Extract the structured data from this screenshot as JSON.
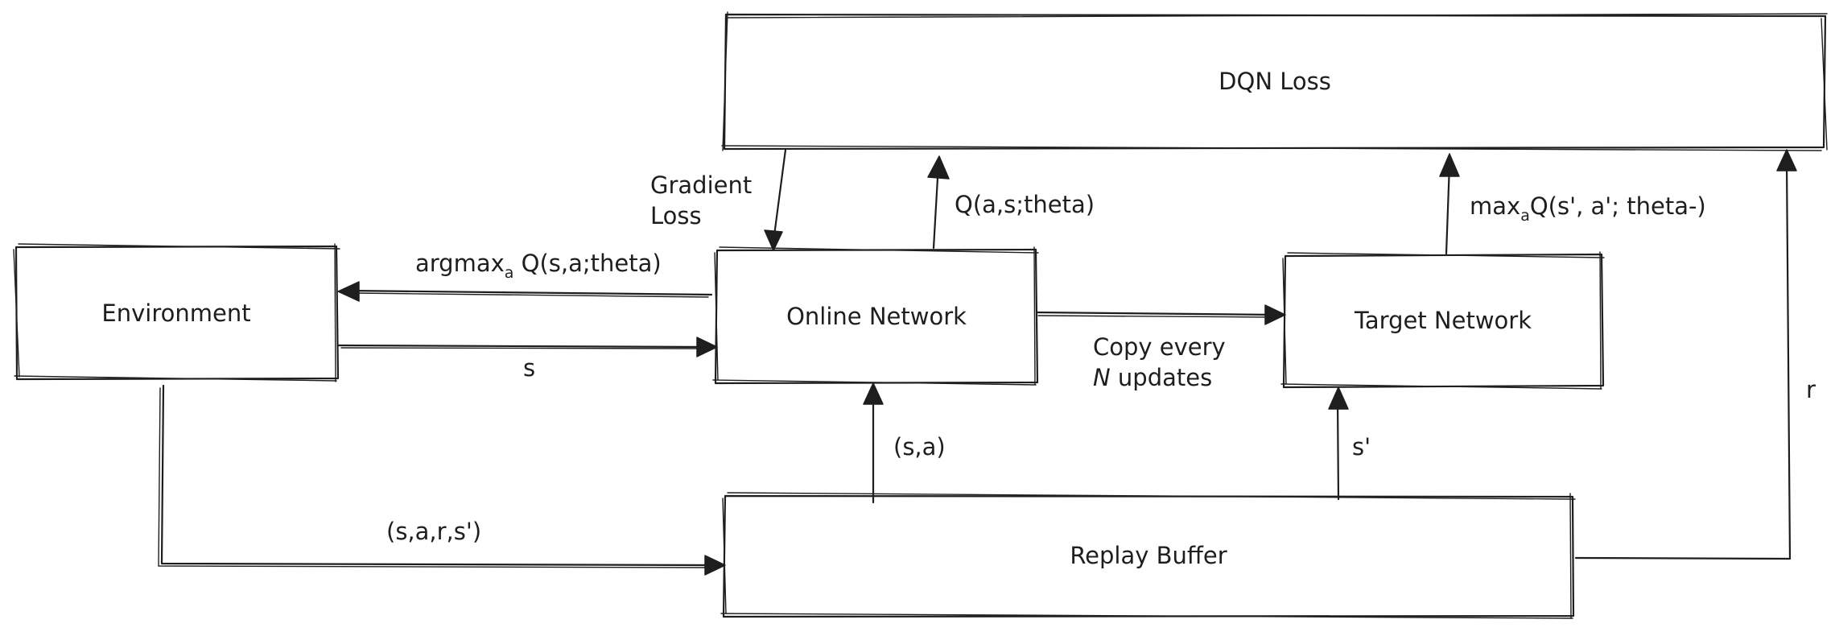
{
  "nodes": {
    "dqn_loss": "DQN Loss",
    "environment": "Environment",
    "online_network": "Online Network",
    "target_network": "Target Network",
    "replay_buffer": "Replay Buffer"
  },
  "edges": {
    "gradient_loss_line1": "Gradient",
    "gradient_loss_line2": "Loss",
    "q_online": "Q(a,s;theta)",
    "target_max_prefix": "max",
    "target_max_sub": "a",
    "target_max_rest": "Q(s', a'; theta-)",
    "action_prefix": "argmax",
    "action_sub": "a",
    "action_rest": " Q(s,a;theta)",
    "state": "s",
    "copy_line1": "Copy every",
    "copy_line2_n": "N",
    "copy_line2_rest": " updates",
    "sample_sa": "(s,a)",
    "next_state": "s'",
    "transition": "(s,a,r,s')",
    "reward": "r"
  }
}
